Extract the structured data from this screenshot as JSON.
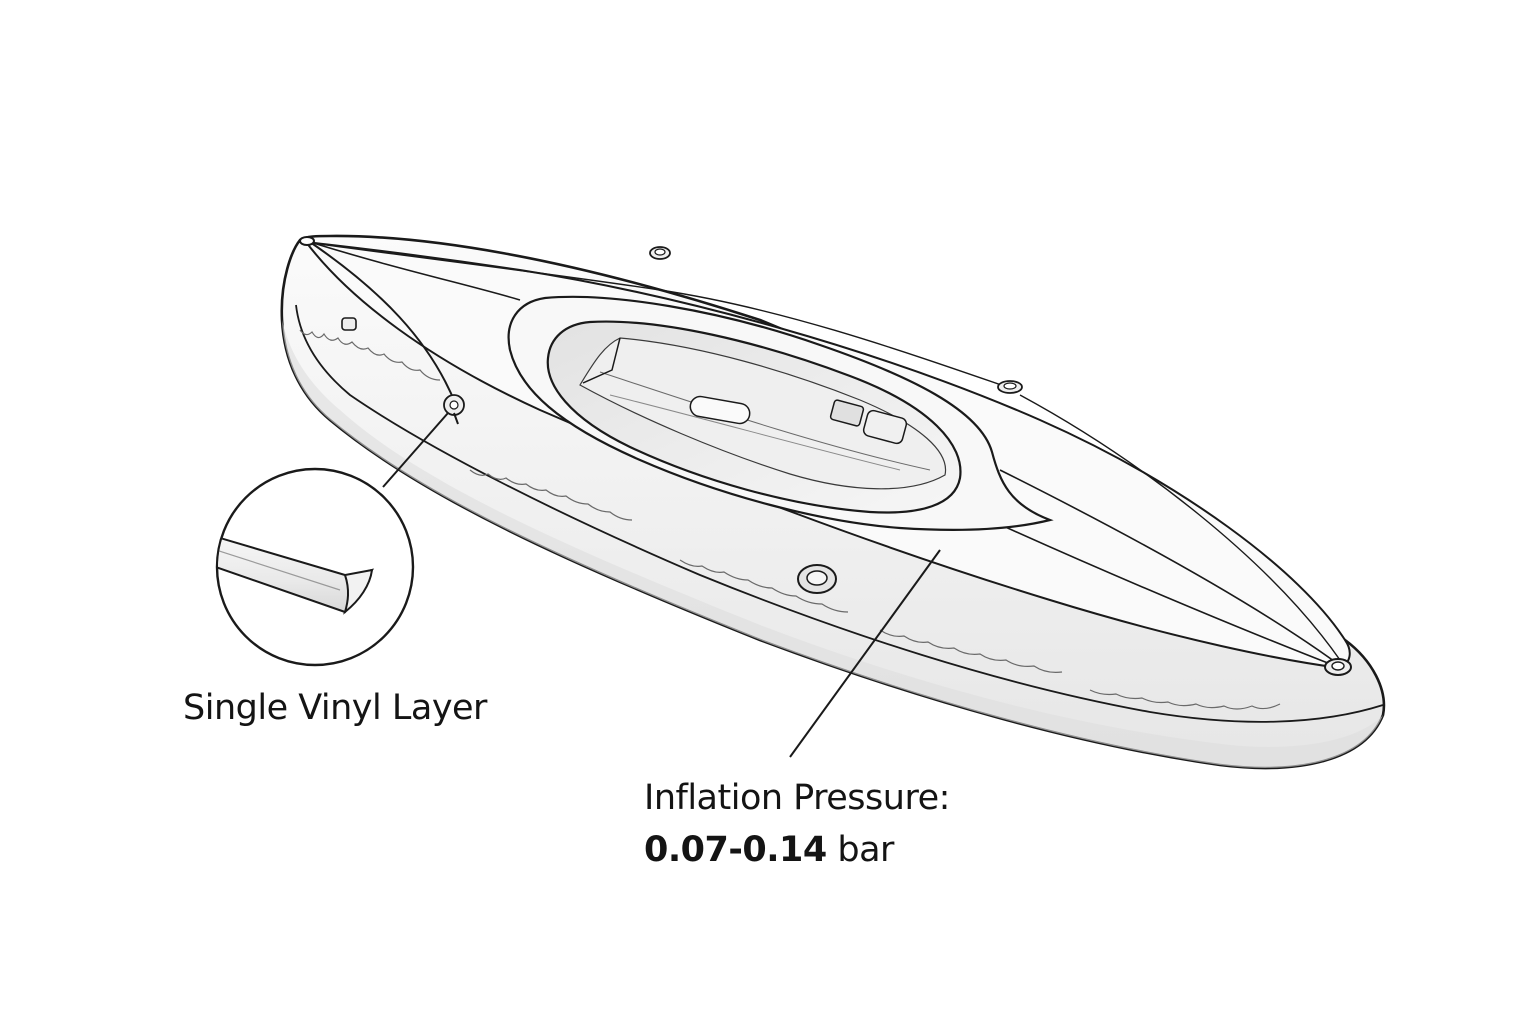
{
  "callouts": {
    "vinyl_layer": "Single Vinyl Layer",
    "pressure_title": "Inflation Pressure:",
    "pressure_value": "0.07-0.14",
    "pressure_unit": " bar"
  },
  "colors": {
    "line": "#1a1a1a",
    "hull_fill": "#f4f4f4",
    "deck_fill": "#fafafa",
    "shadow": "#dcdcdc",
    "cockpit_inner": "#ececec"
  }
}
